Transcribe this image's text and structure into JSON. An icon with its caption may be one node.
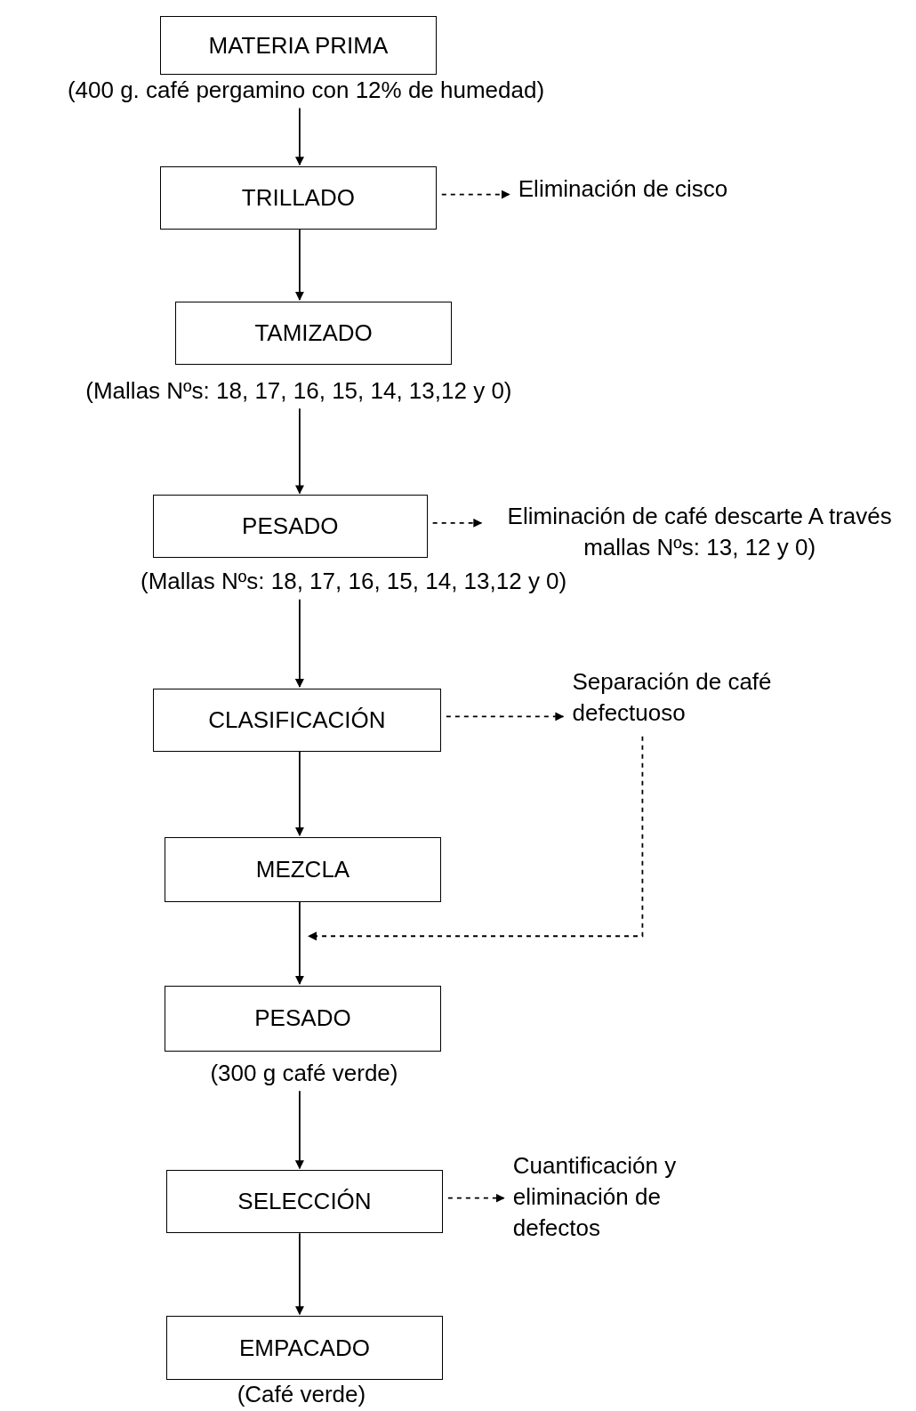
{
  "diagram": {
    "nodes": [
      {
        "text": [
          "MATERIA PRIMA"
        ],
        "beside": [
          "(400 g. café pergamino con 12% de humedad)"
        ]
      },
      {
        "text": [
          "TRILLADO"
        ]
      },
      {
        "text": [
          "Eliminación de cisco"
        ]
      },
      {
        "text": [
          "TAMIZADO"
        ],
        "beside": [
          "(Mallas Nºs: 18, 17, 16, 15, 14, 13,12 y 0)"
        ]
      },
      {
        "text": [
          "PESADO"
        ],
        "beside": [
          "(Mallas Nºs: 18, 17, 16, 15, 14, 13,12 y 0)"
        ]
      },
      {
        "text": [
          "Eliminación de café descarte A través mallas Nºs: 13, 12 y 0)"
        ]
      },
      {
        "text": [
          "CLASIFICACIÓN"
        ]
      },
      {
        "text": [
          "Separación de café defectuoso"
        ]
      },
      {
        "text": [
          "MEZCLA"
        ]
      },
      {
        "text": [
          "PESADO"
        ],
        "beside": [
          "(300 g café verde)"
        ]
      },
      {
        "text": [
          "SELECCIÓN"
        ]
      },
      {
        "text": [
          "Cuantificación y eliminación de defectos"
        ]
      },
      {
        "text": [
          "EMPACADO"
        ],
        "beside": [
          "(Café verde)"
        ]
      }
    ],
    "edges": [
      {
        "from": 0,
        "to": 1,
        "arrow": "to"
      },
      {
        "from": 1,
        "to": 2,
        "arrow": "to",
        "style": "dashed"
      },
      {
        "from": 1,
        "to": 3,
        "arrow": "to"
      },
      {
        "from": 3,
        "to": 4,
        "arrow": "to"
      },
      {
        "from": 4,
        "to": 5,
        "arrow": "to",
        "style": "dashed"
      },
      {
        "from": 4,
        "to": 6,
        "arrow": "to"
      },
      {
        "from": 6,
        "to": 7,
        "arrow": "to",
        "style": "dashed"
      },
      {
        "from": 6,
        "to": 8,
        "arrow": "to"
      },
      {
        "from": 7,
        "to": 8,
        "arrow": "to",
        "style": "dashed"
      },
      {
        "from": 8,
        "to": 9,
        "arrow": "to"
      },
      {
        "from": 9,
        "to": 10,
        "arrow": "to"
      },
      {
        "from": 10,
        "to": 11,
        "arrow": "to",
        "style": "dashed"
      },
      {
        "from": 10,
        "to": 12,
        "arrow": "to"
      }
    ]
  }
}
